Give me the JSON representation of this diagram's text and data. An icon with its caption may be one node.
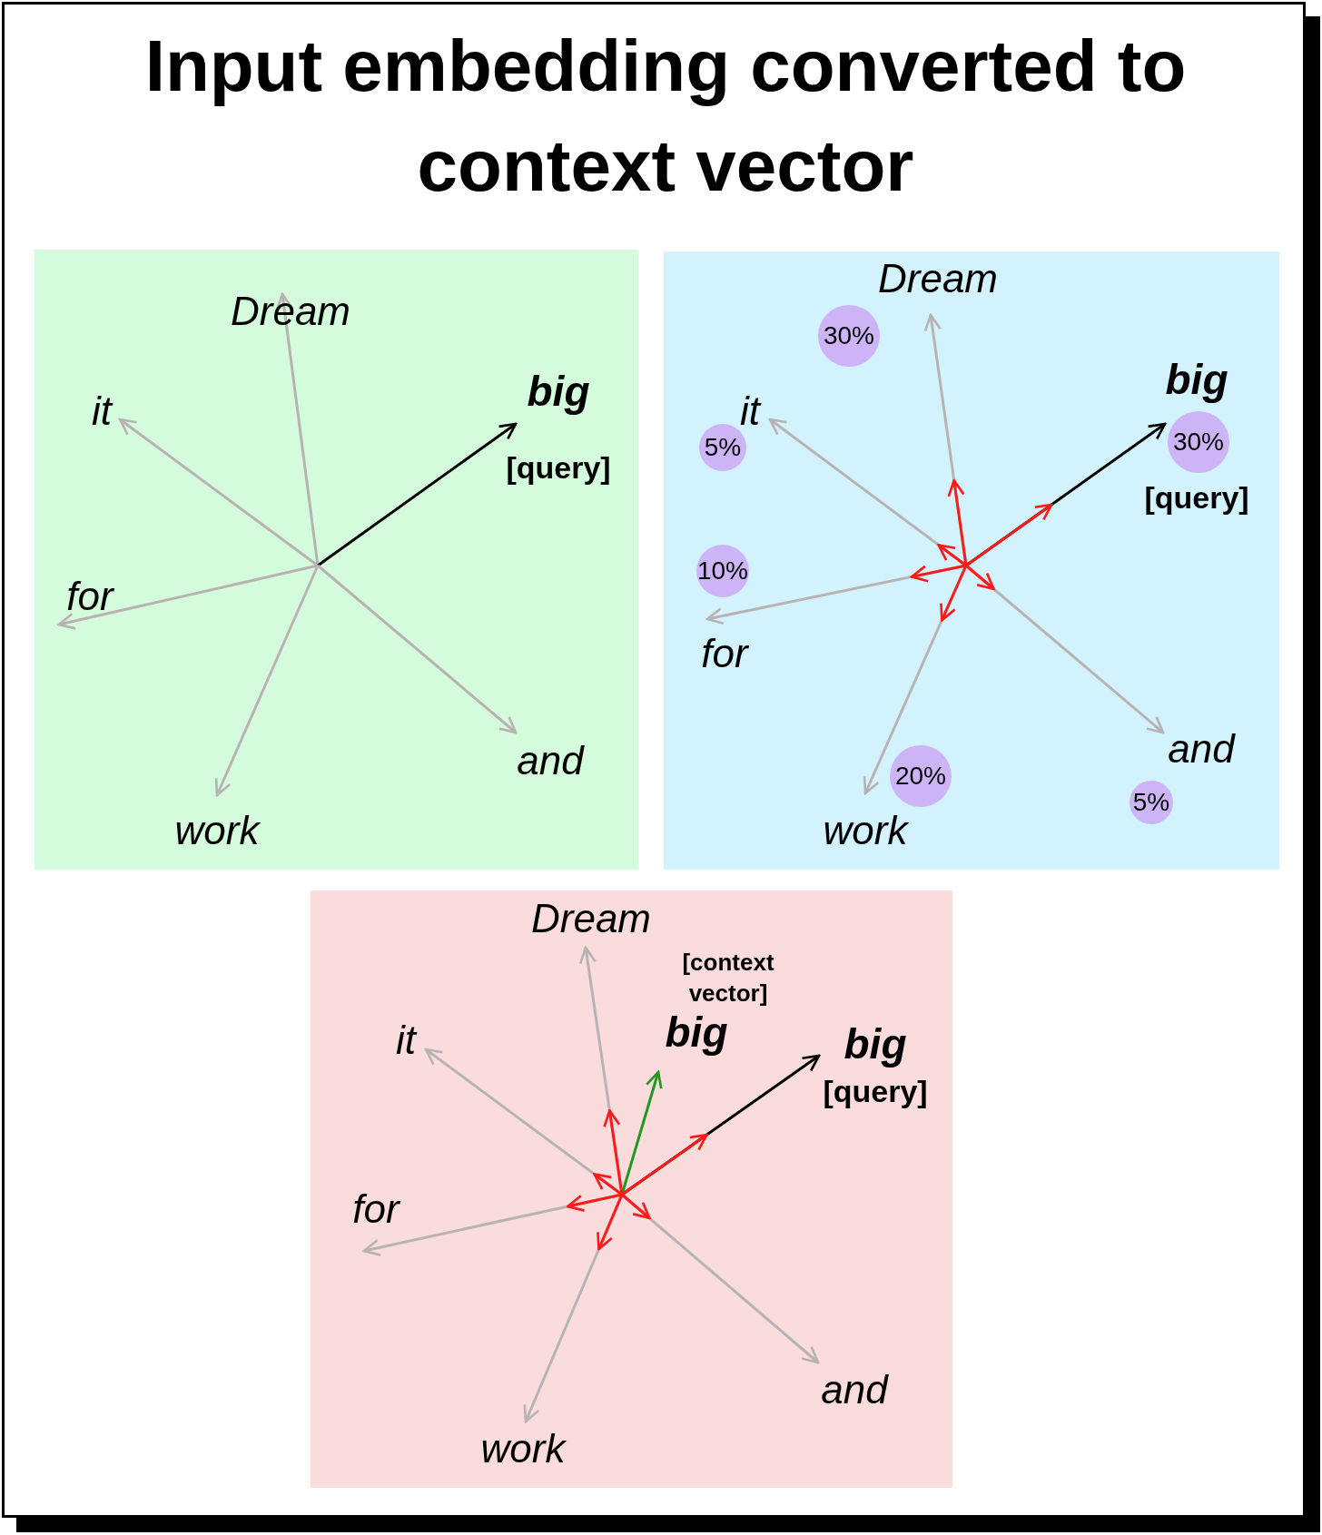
{
  "diagram": {
    "title": "Input embedding converted to context vector",
    "nodes": [
      {
        "text": [],
        "shape": "box"
      },
      {
        "text": [
          "Dream"
        ],
        "in": 0
      },
      {
        "text": [
          "it"
        ],
        "in": 0
      },
      {
        "text": [
          "big",
          "[query]"
        ],
        "in": 0
      },
      {
        "text": [
          "for"
        ],
        "in": 0
      },
      {
        "text": [
          "and"
        ],
        "in": 0
      },
      {
        "text": [
          "work"
        ],
        "in": 0
      },
      {
        "text": [],
        "shape": "box"
      },
      {
        "text": [
          "Dream"
        ],
        "in": 7
      },
      {
        "text": [
          "it"
        ],
        "in": 7
      },
      {
        "text": [
          "big",
          "[query]"
        ],
        "in": 7
      },
      {
        "text": [
          "for"
        ],
        "in": 7
      },
      {
        "text": [
          "and"
        ],
        "in": 7
      },
      {
        "text": [
          "work"
        ],
        "in": 7
      },
      {
        "text": [
          "30%"
        ],
        "in": 7
      },
      {
        "text": [
          "5%"
        ],
        "in": 7
      },
      {
        "text": [
          "30%"
        ],
        "in": 7
      },
      {
        "text": [
          "10%"
        ],
        "in": 7
      },
      {
        "text": [
          "20%"
        ],
        "in": 7
      },
      {
        "text": [
          "5%"
        ],
        "in": 7
      },
      {
        "text": [],
        "shape": "box"
      },
      {
        "text": [
          "Dream"
        ],
        "in": 20
      },
      {
        "text": [
          "it"
        ],
        "in": 20
      },
      {
        "text": [
          "big",
          "[query]"
        ],
        "in": 20
      },
      {
        "text": [
          "for"
        ],
        "in": 20
      },
      {
        "text": [
          "and"
        ],
        "in": 20
      },
      {
        "text": [
          "work"
        ],
        "in": 20
      },
      {
        "text": [
          "[context vector]",
          "big"
        ],
        "in": 20
      }
    ],
    "edges": [
      {
        "from": null,
        "to": 1,
        "arrow": "to"
      },
      {
        "from": null,
        "to": 2,
        "arrow": "to"
      },
      {
        "from": null,
        "to": 3,
        "arrow": "to",
        "color": "#000000"
      },
      {
        "from": null,
        "to": 4,
        "arrow": "to"
      },
      {
        "from": null,
        "to": 5,
        "arrow": "to"
      },
      {
        "from": null,
        "to": 6,
        "arrow": "to"
      },
      {
        "from": null,
        "to": 8,
        "arrow": "to"
      },
      {
        "from": null,
        "to": 9,
        "arrow": "to"
      },
      {
        "from": null,
        "to": 10,
        "arrow": "to",
        "color": "#000000"
      },
      {
        "from": null,
        "to": 11,
        "arrow": "to"
      },
      {
        "from": null,
        "to": 12,
        "arrow": "to"
      },
      {
        "from": null,
        "to": 13,
        "arrow": "to"
      },
      {
        "from": null,
        "to": 21,
        "arrow": "to"
      },
      {
        "from": null,
        "to": 22,
        "arrow": "to"
      },
      {
        "from": null,
        "to": 23,
        "arrow": "to",
        "color": "#000000"
      },
      {
        "from": null,
        "to": 24,
        "arrow": "to"
      },
      {
        "from": null,
        "to": 25,
        "arrow": "to"
      },
      {
        "from": null,
        "to": 26,
        "arrow": "to"
      },
      {
        "from": null,
        "to": 27,
        "arrow": "to",
        "color": "#1e9a1e"
      }
    ]
  }
}
